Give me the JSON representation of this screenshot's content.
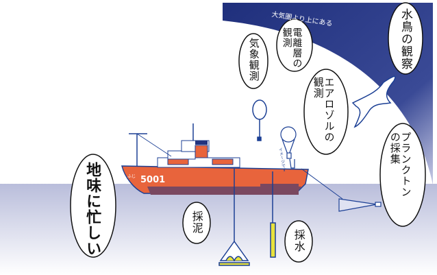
{
  "sky_label": "大気圏より上にある",
  "bubbles": {
    "birds": "水鳥の観察",
    "ionosphere": "電離層の観測",
    "weather": "気象観測",
    "aerosol": "エアロゾルの観測",
    "plankton": "プランクトンの採集",
    "busy": "地味に忙しい",
    "mud": "採泥",
    "water": "採水"
  },
  "ship": {
    "number": "5001",
    "name": "ふじ"
  },
  "image_note": "イメージです",
  "colors": {
    "sky": "#22337f",
    "hull": "#e8643c",
    "hull_bottom": "#7a4860",
    "sea": "#c3c6e0",
    "line": "#1b3f94",
    "accent": "#e8e23c"
  }
}
